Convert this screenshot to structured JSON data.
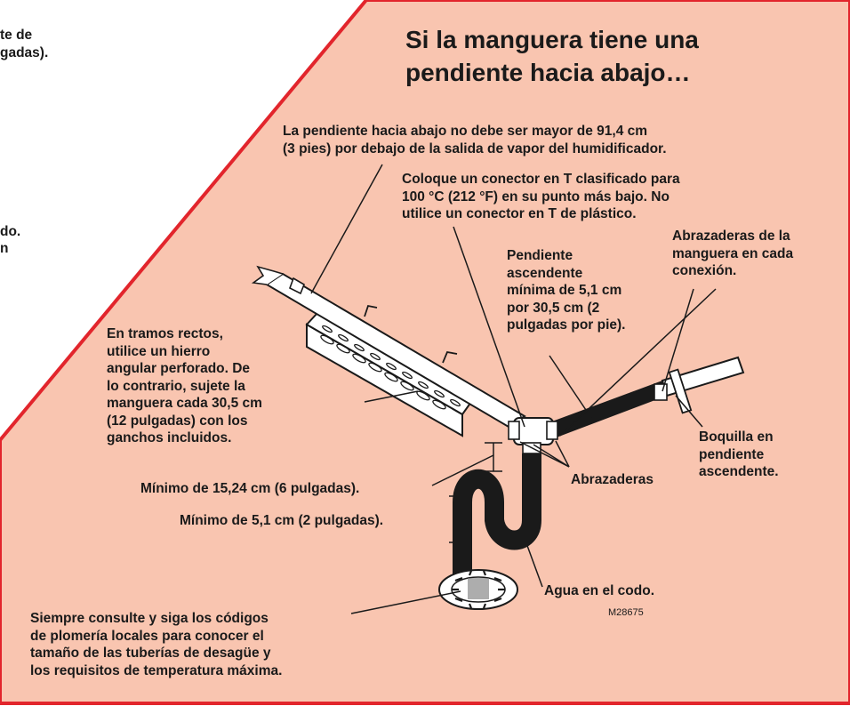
{
  "colors": {
    "panel": "#f9c5b0",
    "border": "#e2252c",
    "ink": "#1a1a1a"
  },
  "left_fragments": [
    "te de",
    "gadas).",
    "do.",
    "n"
  ],
  "title": [
    "Si la manguera tiene una",
    "pendiente hacia abajo…"
  ],
  "labels": {
    "slope_limit": [
      "La pendiente hacia abajo no debe ser mayor de 91,4 cm",
      "(3 pies) por debajo de la salida de vapor del humidificador."
    ],
    "tee": [
      "Coloque un conector en T clasificado para",
      "100 °C (212 °F) en su punto más bajo. No",
      "utilice un conector en T de plástico."
    ],
    "rise": [
      "Pendiente",
      "ascendente",
      "mínima de 5,1 cm",
      "por 30,5 cm (2",
      "pulgadas por pie)."
    ],
    "hose_clamps": [
      "Abrazaderas de la",
      "manguera en cada",
      "conexión."
    ],
    "straight_runs": [
      "En tramos rectos,",
      "utilice un hierro",
      "angular perforado. De",
      "lo contrario, sujete la",
      "manguera cada 30,5 cm",
      "(12 pulgadas) con los",
      "ganchos incluidos."
    ],
    "nozzle": [
      "Boquilla en",
      "pendiente",
      "ascendente."
    ],
    "clamps": "Abrazaderas",
    "min_15": "Mínimo de 15,24 cm (6 pulgadas).",
    "min_5": "Mínimo de 5,1 cm (2 pulgadas).",
    "water": "Agua en el codo.",
    "codes": [
      "Siempre consulte y siga los códigos",
      "de plomería locales para conocer el",
      "tamaño de las tuberías de desagüe y",
      "los requisitos de temperatura máxima."
    ]
  },
  "figure_code": "M28675"
}
